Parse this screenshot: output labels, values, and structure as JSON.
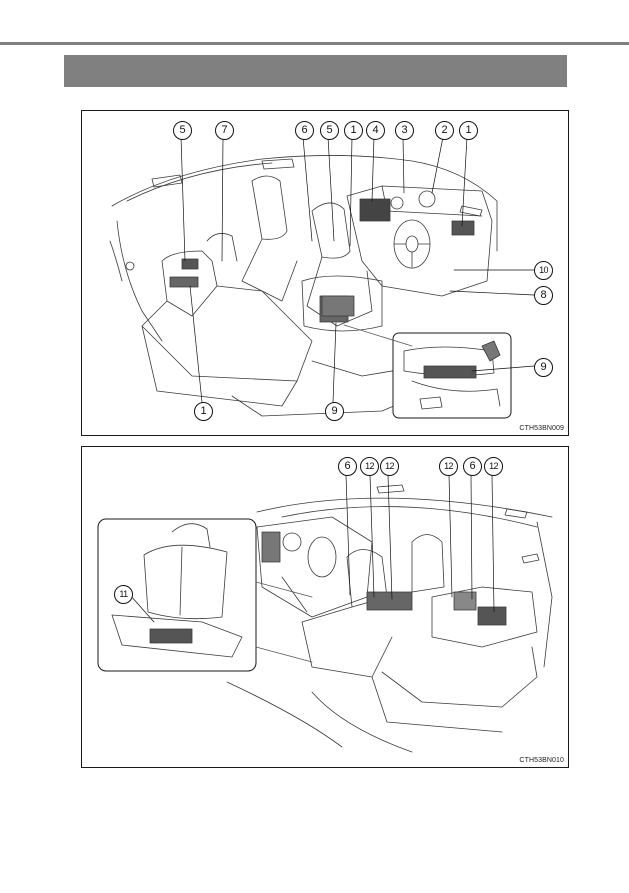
{
  "page": {
    "header_bar_color": "#808080",
    "rule_color": "#7f7f7f"
  },
  "figure1": {
    "code": "CTH53BN009",
    "callouts": [
      "5",
      "7",
      "6",
      "5",
      "1",
      "4",
      "3",
      "2",
      "1",
      "10",
      "8",
      "9",
      "1",
      "9"
    ]
  },
  "figure2": {
    "code": "CTH53BN010",
    "callouts": [
      "6",
      "12",
      "12",
      "12",
      "6",
      "12",
      "11"
    ]
  }
}
